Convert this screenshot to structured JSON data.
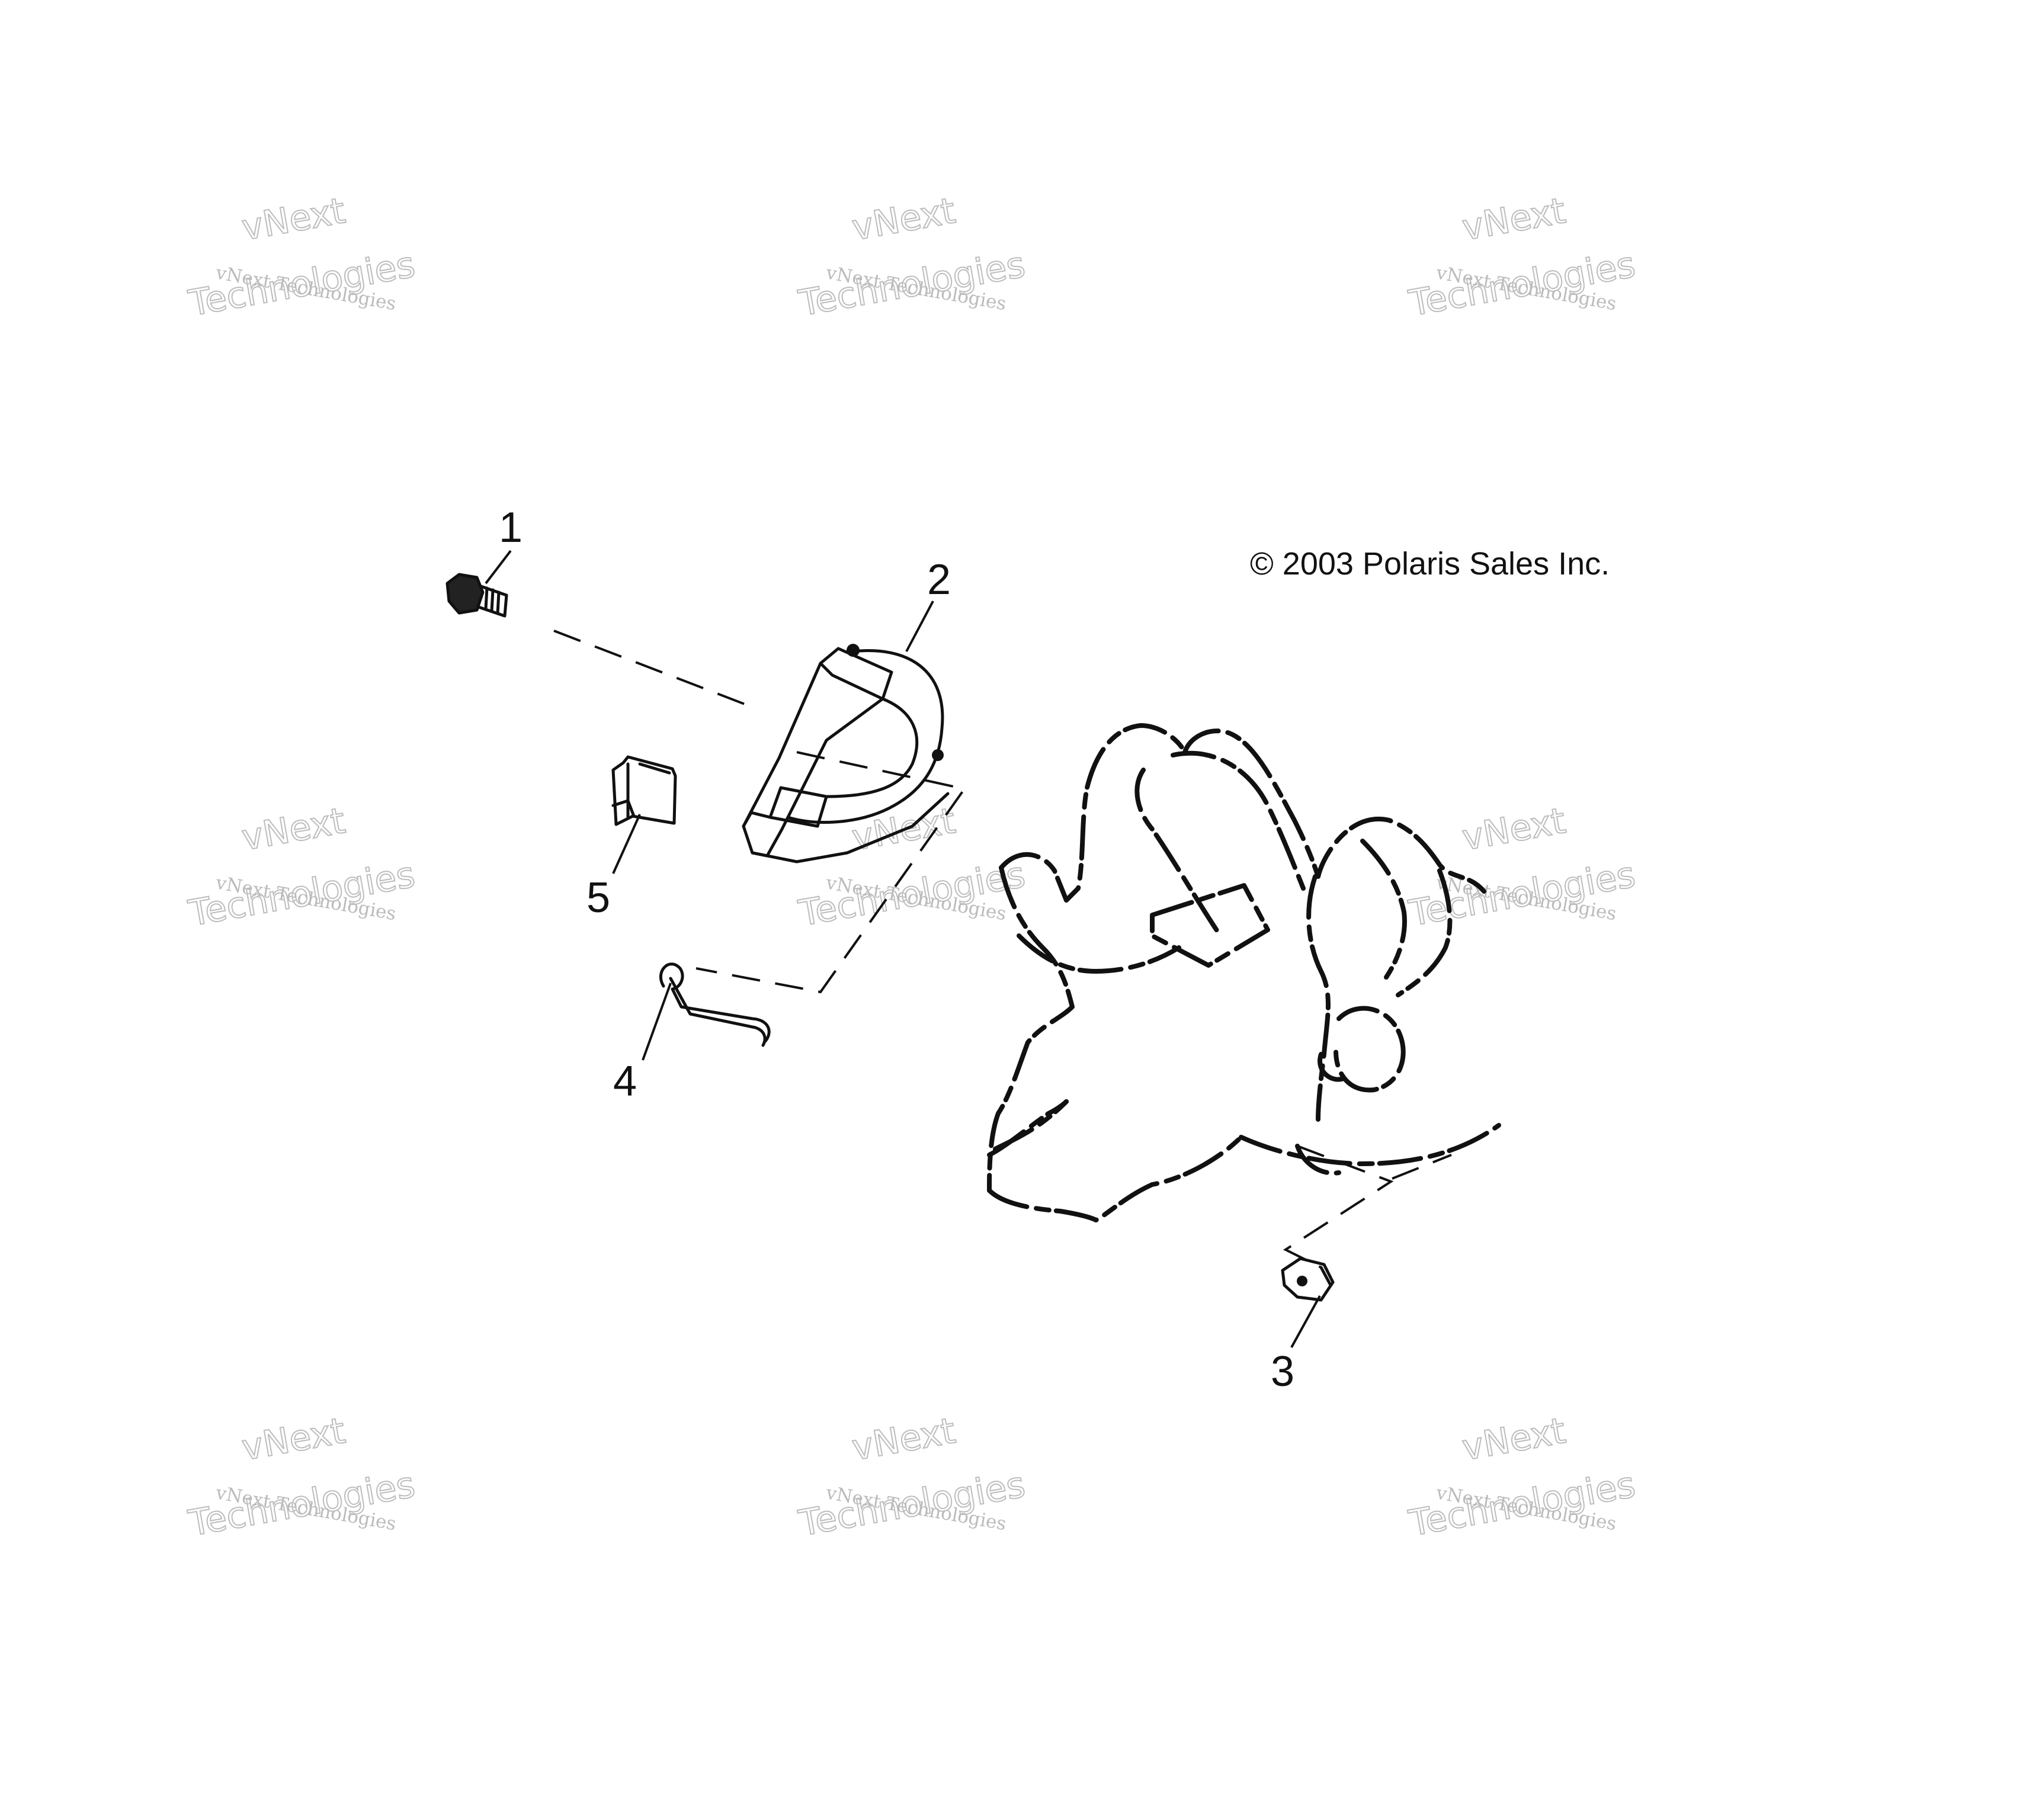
{
  "copyright": "© 2003 Polaris Sales Inc.",
  "callouts": [
    {
      "number": "1",
      "part": "bolt"
    },
    {
      "number": "2",
      "part": "ignition-coil"
    },
    {
      "number": "3",
      "part": "nut"
    },
    {
      "number": "4",
      "part": "wire-clip"
    },
    {
      "number": "5",
      "part": "connector"
    }
  ],
  "watermark": {
    "line1": "vNext Technologies",
    "line2": "vNext",
    "line3": "Technologies"
  },
  "colors": {
    "ink": "#111111",
    "watermark": "#bbbbbb"
  }
}
